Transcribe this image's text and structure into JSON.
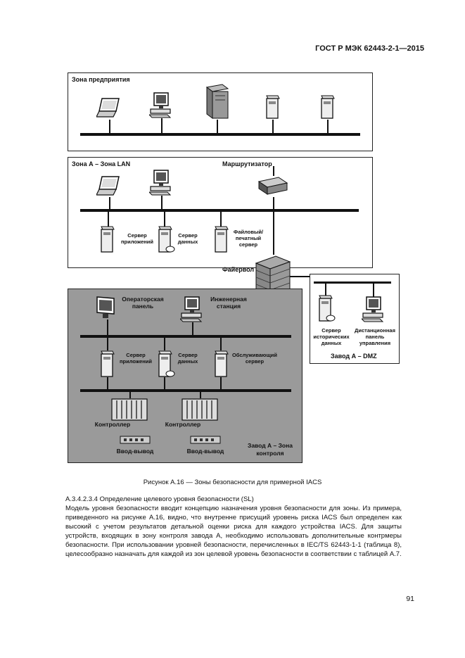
{
  "header": {
    "standard": "ГОСТ Р МЭК 62443-2-1—2015"
  },
  "figure": {
    "zone_enterprise": "Зона предприятия",
    "zone_lan": "Зона А – Зона LAN",
    "router": "Маршрутизатор",
    "app_server": [
      "Сервер",
      "приложений"
    ],
    "data_server": [
      "Сервер",
      "данных"
    ],
    "file_server": [
      "Файловый/",
      "печатный",
      "сервер"
    ],
    "firewall": "Файервол",
    "operator_panel": [
      "Операторская",
      "панель"
    ],
    "eng_station": [
      "Инженерная",
      "станция"
    ],
    "ctrl_app_server": [
      "Сервер",
      "приложений"
    ],
    "ctrl_data_server": [
      "Сервер",
      "данных"
    ],
    "service_server": [
      "Обслуживающий",
      "сервер"
    ],
    "controller_1": "Контроллер",
    "controller_2": "Контроллер",
    "io_1": "Ввод-вывод",
    "io_2": "Ввод-вывод",
    "zone_control": [
      "Завод А – Зона",
      "контроля"
    ],
    "hist_server": [
      "Сервер",
      "исторических",
      "данных"
    ],
    "remote_panel": [
      "Дистанционная",
      "панель",
      "управления"
    ],
    "zone_dmz": "Завод А – DMZ",
    "caption": "Рисунок А.16 — Зоны безопасности для примерной IACS"
  },
  "text": {
    "heading": "A.3.4.2.3.4 Определение целевого уровня безопасности (SL)",
    "paragraph": "Модель уровня безопасности вводит концепцию назначения уровня безопасности для зоны. Из примера, приведенного на рисунке А.16, видно, что внутренне присущий уровень риска IACS был определен как высокий с учетом результатов детальной оценки риска для каждого устройства IACS. Для защиты устройств, входящих в зону контроля завода А, необходимо использовать дополнительные контрмеры безопасности. При использовании уровней безопасности, перечисленных в IEC/TS 62443-1-1 (таблица 8), целесообразно назначать для каждой из зон целевой уровень безопасности в соответствии с таблицей А.7."
  },
  "page_number": "91"
}
